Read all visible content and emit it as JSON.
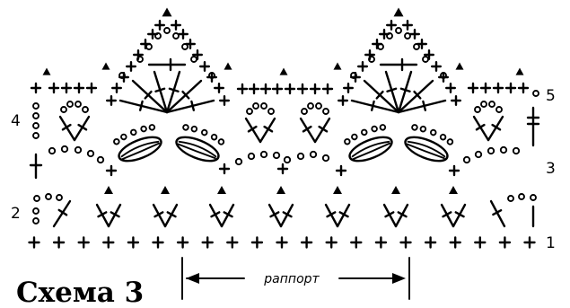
{
  "title": "Схема 3",
  "repeat_label": "раппорт",
  "row_numbers": [
    "1",
    "2",
    "3",
    "4",
    "5"
  ],
  "symbols": {
    "chain": "oval",
    "single_crochet": "cross",
    "double_crochet": "barred-stem",
    "picot_or_join": "triangle"
  },
  "colors": {
    "ink": "#000000",
    "background": "#ffffff"
  }
}
